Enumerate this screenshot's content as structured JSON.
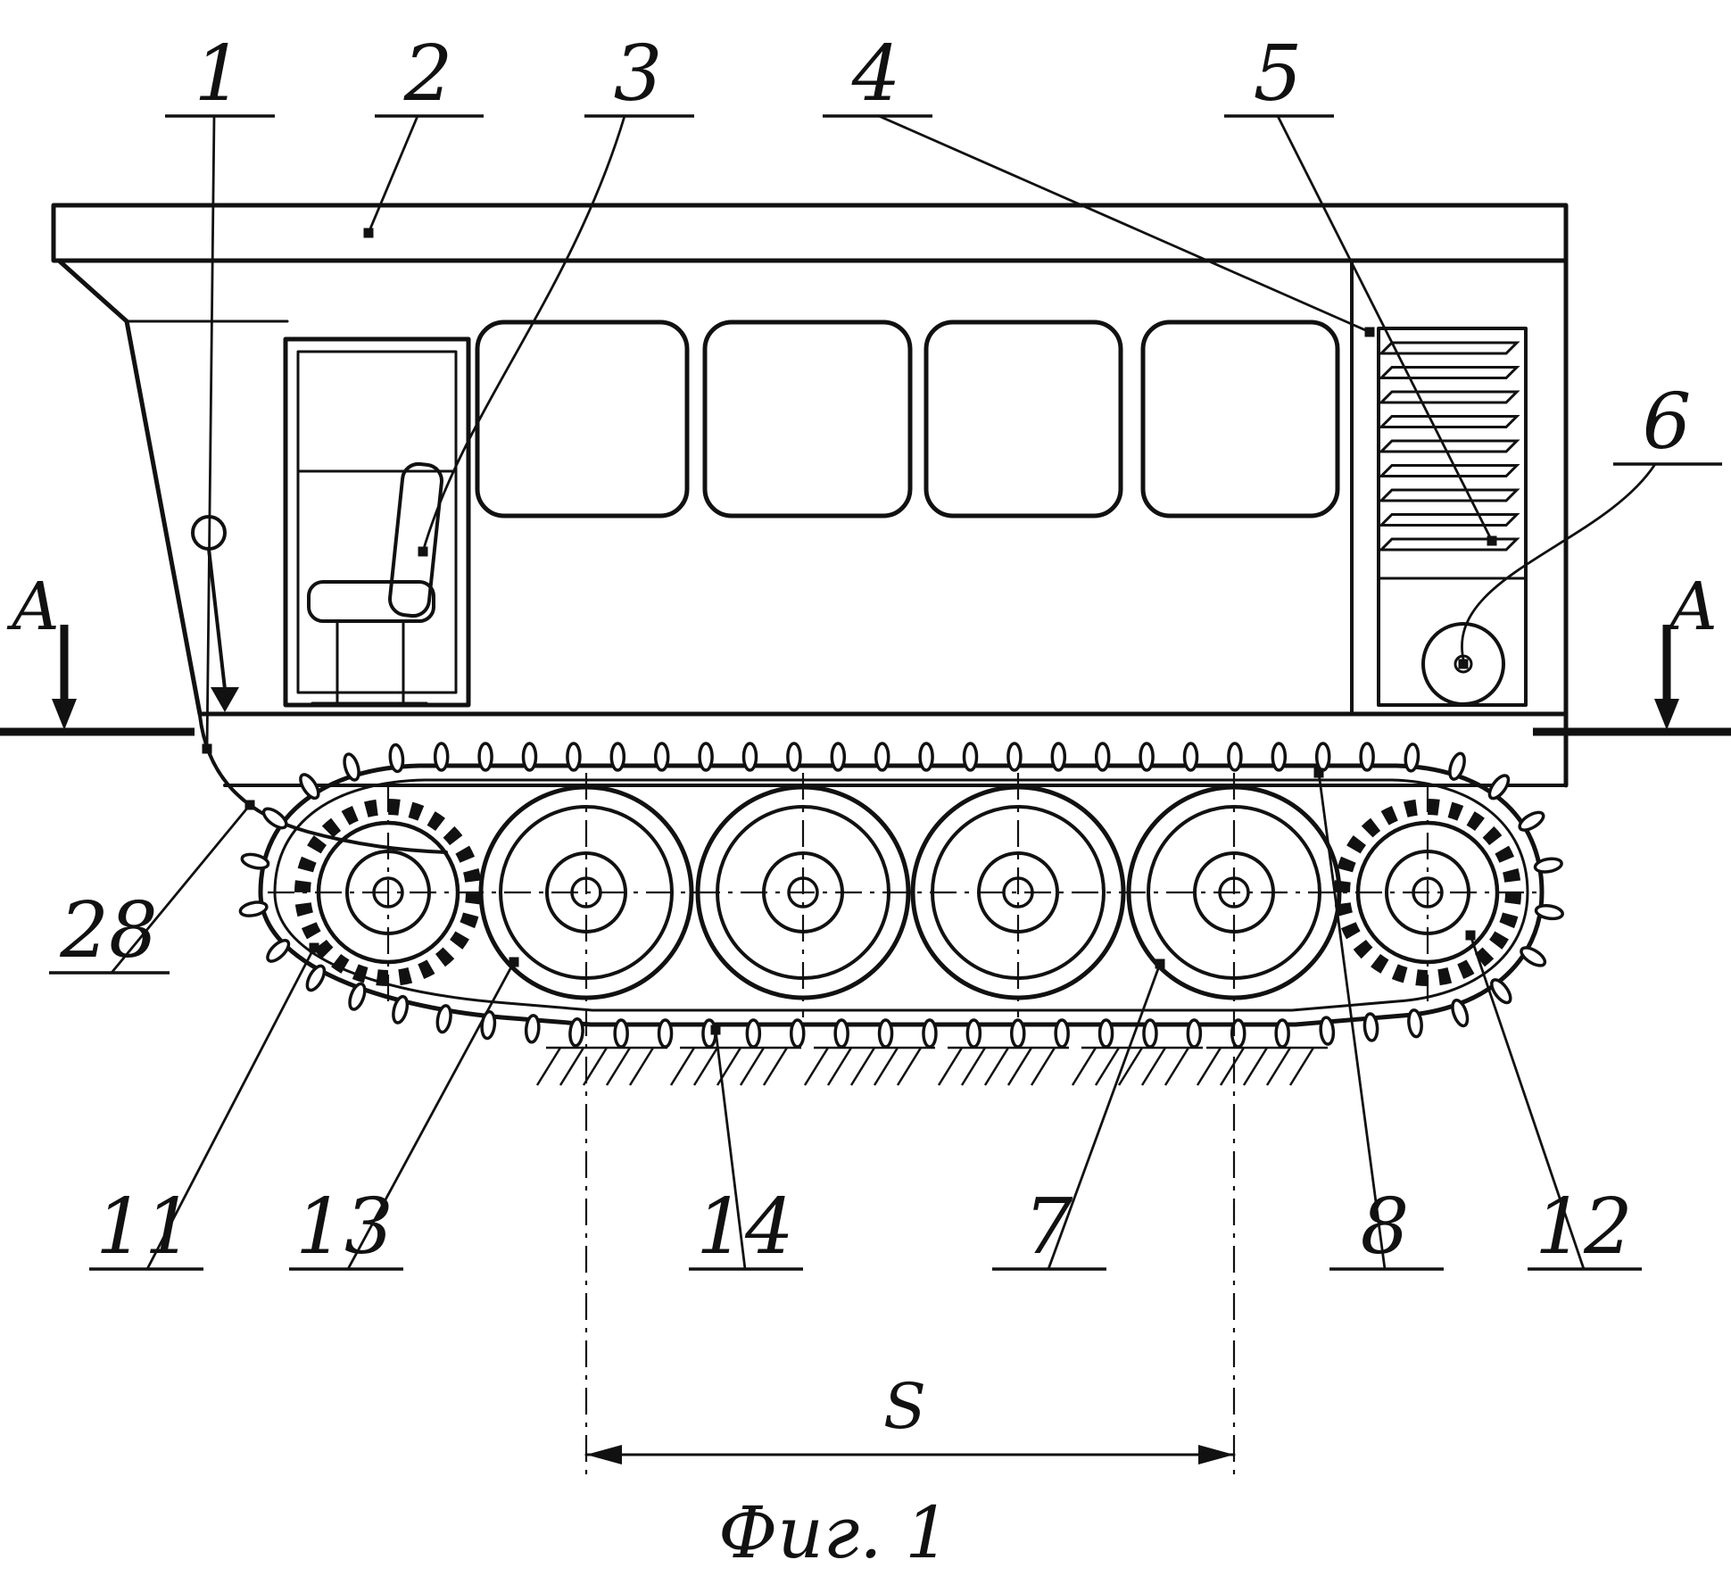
{
  "figure": {
    "caption": "Фиг. 1",
    "dimension_label": "S",
    "section_labels": {
      "left": "A",
      "right": "A"
    }
  },
  "part_labels": {
    "n1": "1",
    "n2": "2",
    "n3": "3",
    "n4": "4",
    "n5": "5",
    "n6": "6",
    "n7": "7",
    "n8": "8",
    "n11": "11",
    "n12": "12",
    "n13": "13",
    "n14": "14",
    "n28": "28"
  },
  "colors": {
    "ink": "#111111",
    "paper": "#ffffff"
  }
}
